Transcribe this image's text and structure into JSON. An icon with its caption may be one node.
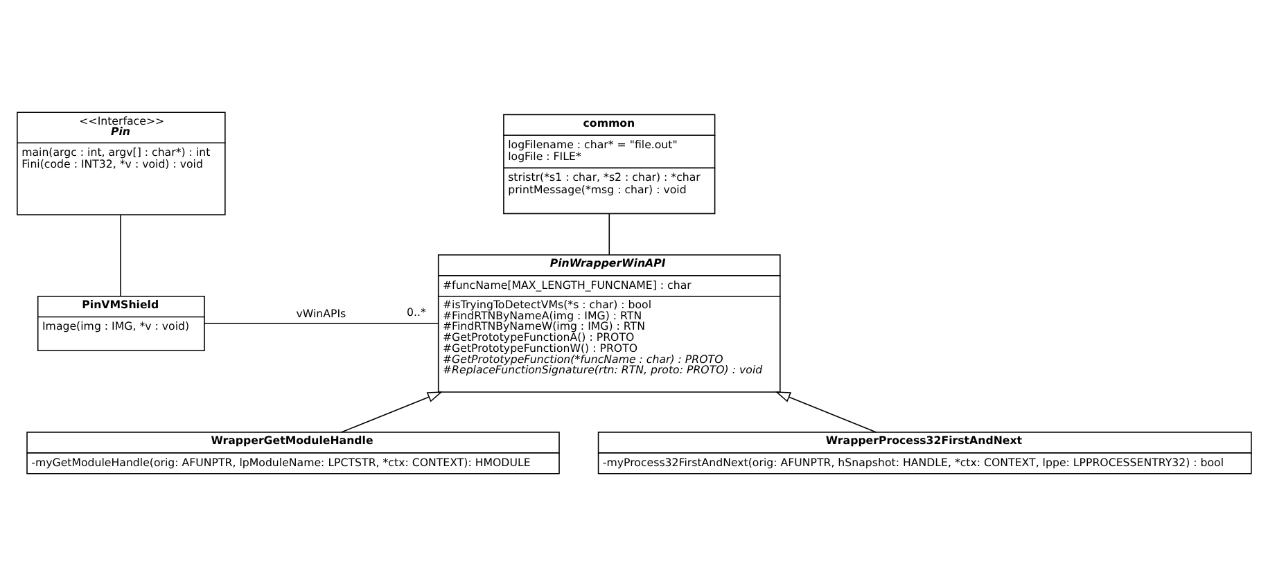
{
  "diagram": {
    "nodes": [
      {
        "text": [
          "<<Interface>>",
          "Pin",
          "main(argc : int, argv[] : char*) : int",
          "Fini(code : INT32, *v : void) : void"
        ]
      },
      {
        "text": [
          "common",
          "logFilename : char* = \"file.out\"",
          "logFile : FILE*",
          "stristr(*s1 : char, *s2 : char) : *char",
          "printMessage(*msg : char) : void"
        ]
      },
      {
        "text": [
          "PinVMShield",
          "Image(img : IMG, *v : void)"
        ]
      },
      {
        "text": [
          "PinWrapperWinAPI",
          "#funcName[MAX_LENGTH_FUNCNAME] : char",
          "#isTryingToDetectVMs(*s : char) : bool",
          "#FindRTNByNameA(img : IMG) : RTN",
          "#FindRTNByNameW(img : IMG) : RTN",
          "#GetPrototypeFunctionA() : PROTO",
          "#GetPrototypeFunctionW() : PROTO",
          "#GetPrototypeFunction(*funcName : char) : PROTO",
          "#ReplaceFunctionSignature(rtn: RTN, proto: PROTO) : void"
        ]
      },
      {
        "text": [
          "WrapperGetModuleHandle",
          "-myGetModuleHandle(orig: AFUNPTR, lpModuleName: LPCTSTR, *ctx: CONTEXT): HMODULE"
        ]
      },
      {
        "text": [
          "WrapperProcess32FirstAndNext",
          "-myProcess32FirstAndNext(orig: AFUNPTR, hSnapshot: HANDLE, *ctx: CONTEXT, lppe: LPPROCESSENTRY32) : bool"
        ]
      }
    ],
    "edges": [
      {
        "from": 0,
        "to": 2,
        "arrow": "none"
      },
      {
        "from": 2,
        "to": 3,
        "arrow": "none",
        "label": "vWinAPIs"
      },
      {
        "from": 1,
        "to": 3,
        "arrow": "none"
      },
      {
        "from": 5,
        "to": 3,
        "arrow": "to"
      },
      {
        "from": 4,
        "to": 3,
        "arrow": "to"
      }
    ],
    "labels": [
      "0..*"
    ]
  }
}
